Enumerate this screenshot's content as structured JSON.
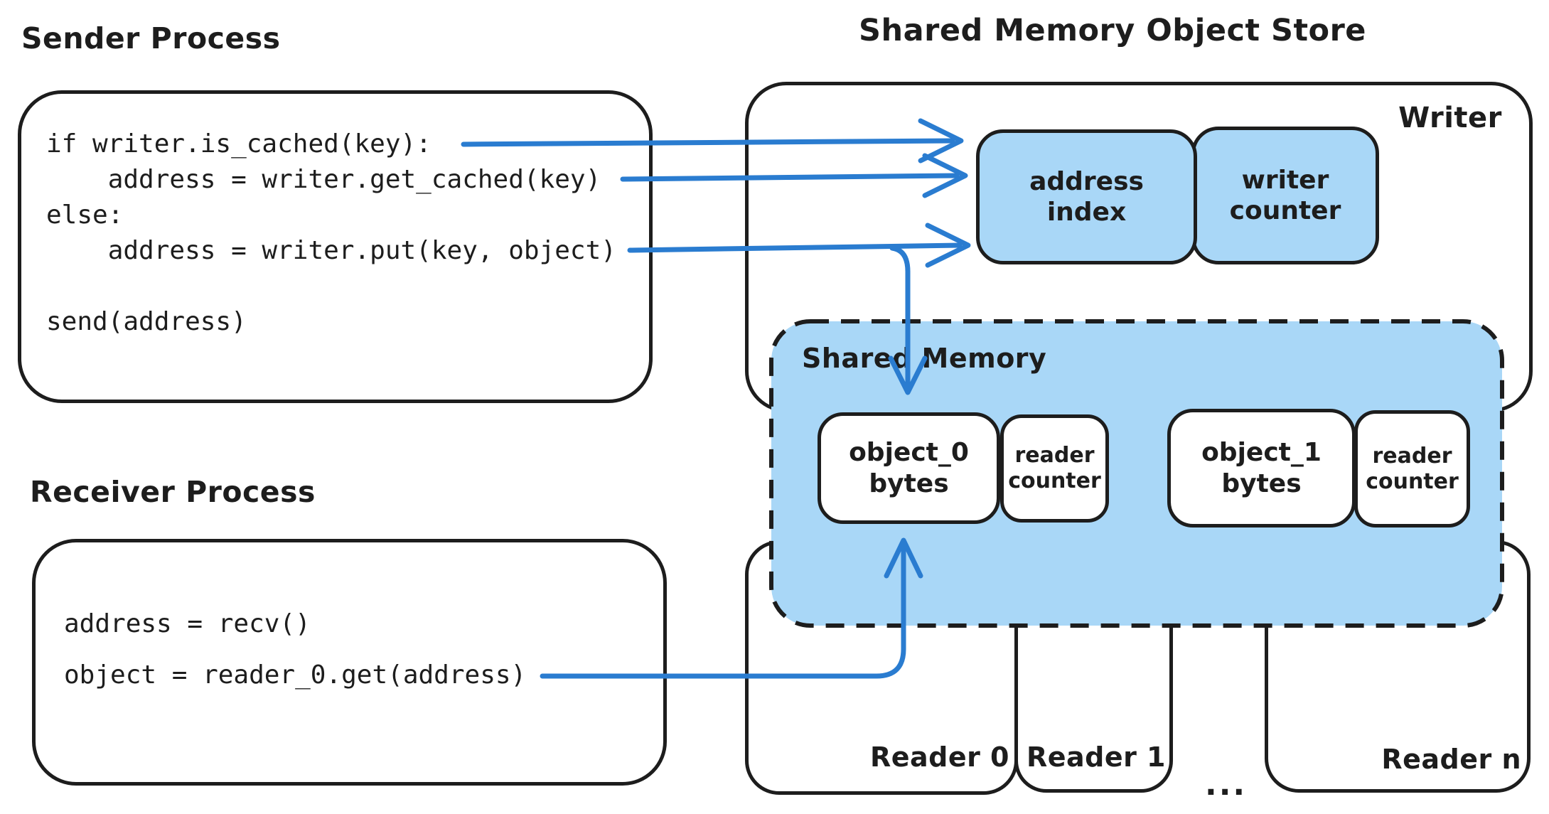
{
  "colors": {
    "fill_blue": "#a9d7f7",
    "arrow_blue": "#2a7cd0",
    "ink": "#1d1d1d"
  },
  "titles": {
    "sender": "Sender Process",
    "receiver": "Receiver Process",
    "store": "Shared Memory Object Store"
  },
  "sender": {
    "code": "if writer.is_cached(key):\n    address = writer.get_cached(key)\nelse:\n    address = writer.put(key, object)\n\nsend(address)"
  },
  "receiver": {
    "code_line1": "address = recv()",
    "code_line2": "object = reader_0.get(address)"
  },
  "store": {
    "writer_label": "Writer",
    "shared_memory_label": "Shared Memory",
    "address_index": {
      "line1": "address",
      "line2": "index"
    },
    "writer_counter": {
      "line1": "writer",
      "line2": "counter"
    },
    "object_0": {
      "line1": "object_0",
      "line2": "bytes"
    },
    "object_1": {
      "line1": "object_1",
      "line2": "bytes"
    },
    "reader_counter": {
      "line1": "reader",
      "line2": "counter"
    },
    "readers": {
      "r0": "Reader 0",
      "r1": "Reader 1",
      "rn": "Reader n",
      "ellipsis": "..."
    }
  }
}
